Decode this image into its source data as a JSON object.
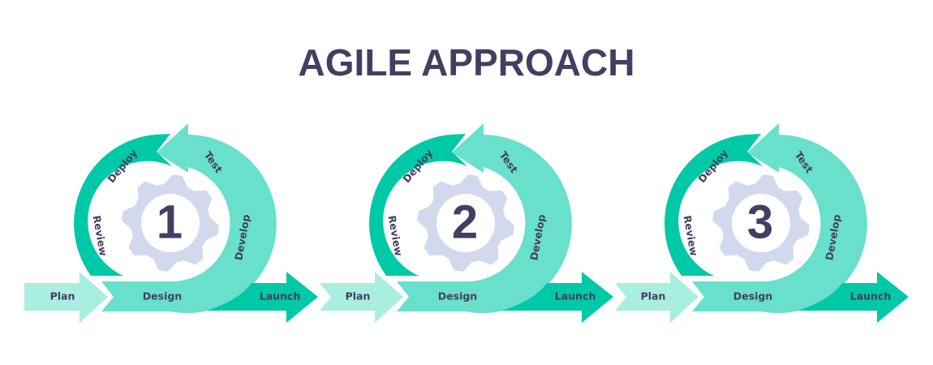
{
  "title": "AGILE APPROACH",
  "colors": {
    "text": "#433f62",
    "dark_teal": "#00c9a7",
    "light_teal": "#68e0cb",
    "pale_teal": "#a9eedf",
    "gear": "#d3d9ec"
  },
  "cycles": [
    {
      "number": "1",
      "stages": {
        "plan": "Plan",
        "design": "Design",
        "develop": "Develop",
        "test": "Test",
        "deploy": "Deploy",
        "review": "Review",
        "launch": "Launch"
      }
    },
    {
      "number": "2",
      "stages": {
        "plan": "Plan",
        "design": "Design",
        "develop": "Develop",
        "test": "Test",
        "deploy": "Deploy",
        "review": "Review",
        "launch": "Launch"
      }
    },
    {
      "number": "3",
      "stages": {
        "plan": "Plan",
        "design": "Design",
        "develop": "Develop",
        "test": "Test",
        "deploy": "Deploy",
        "review": "Review",
        "launch": "Launch"
      }
    }
  ]
}
